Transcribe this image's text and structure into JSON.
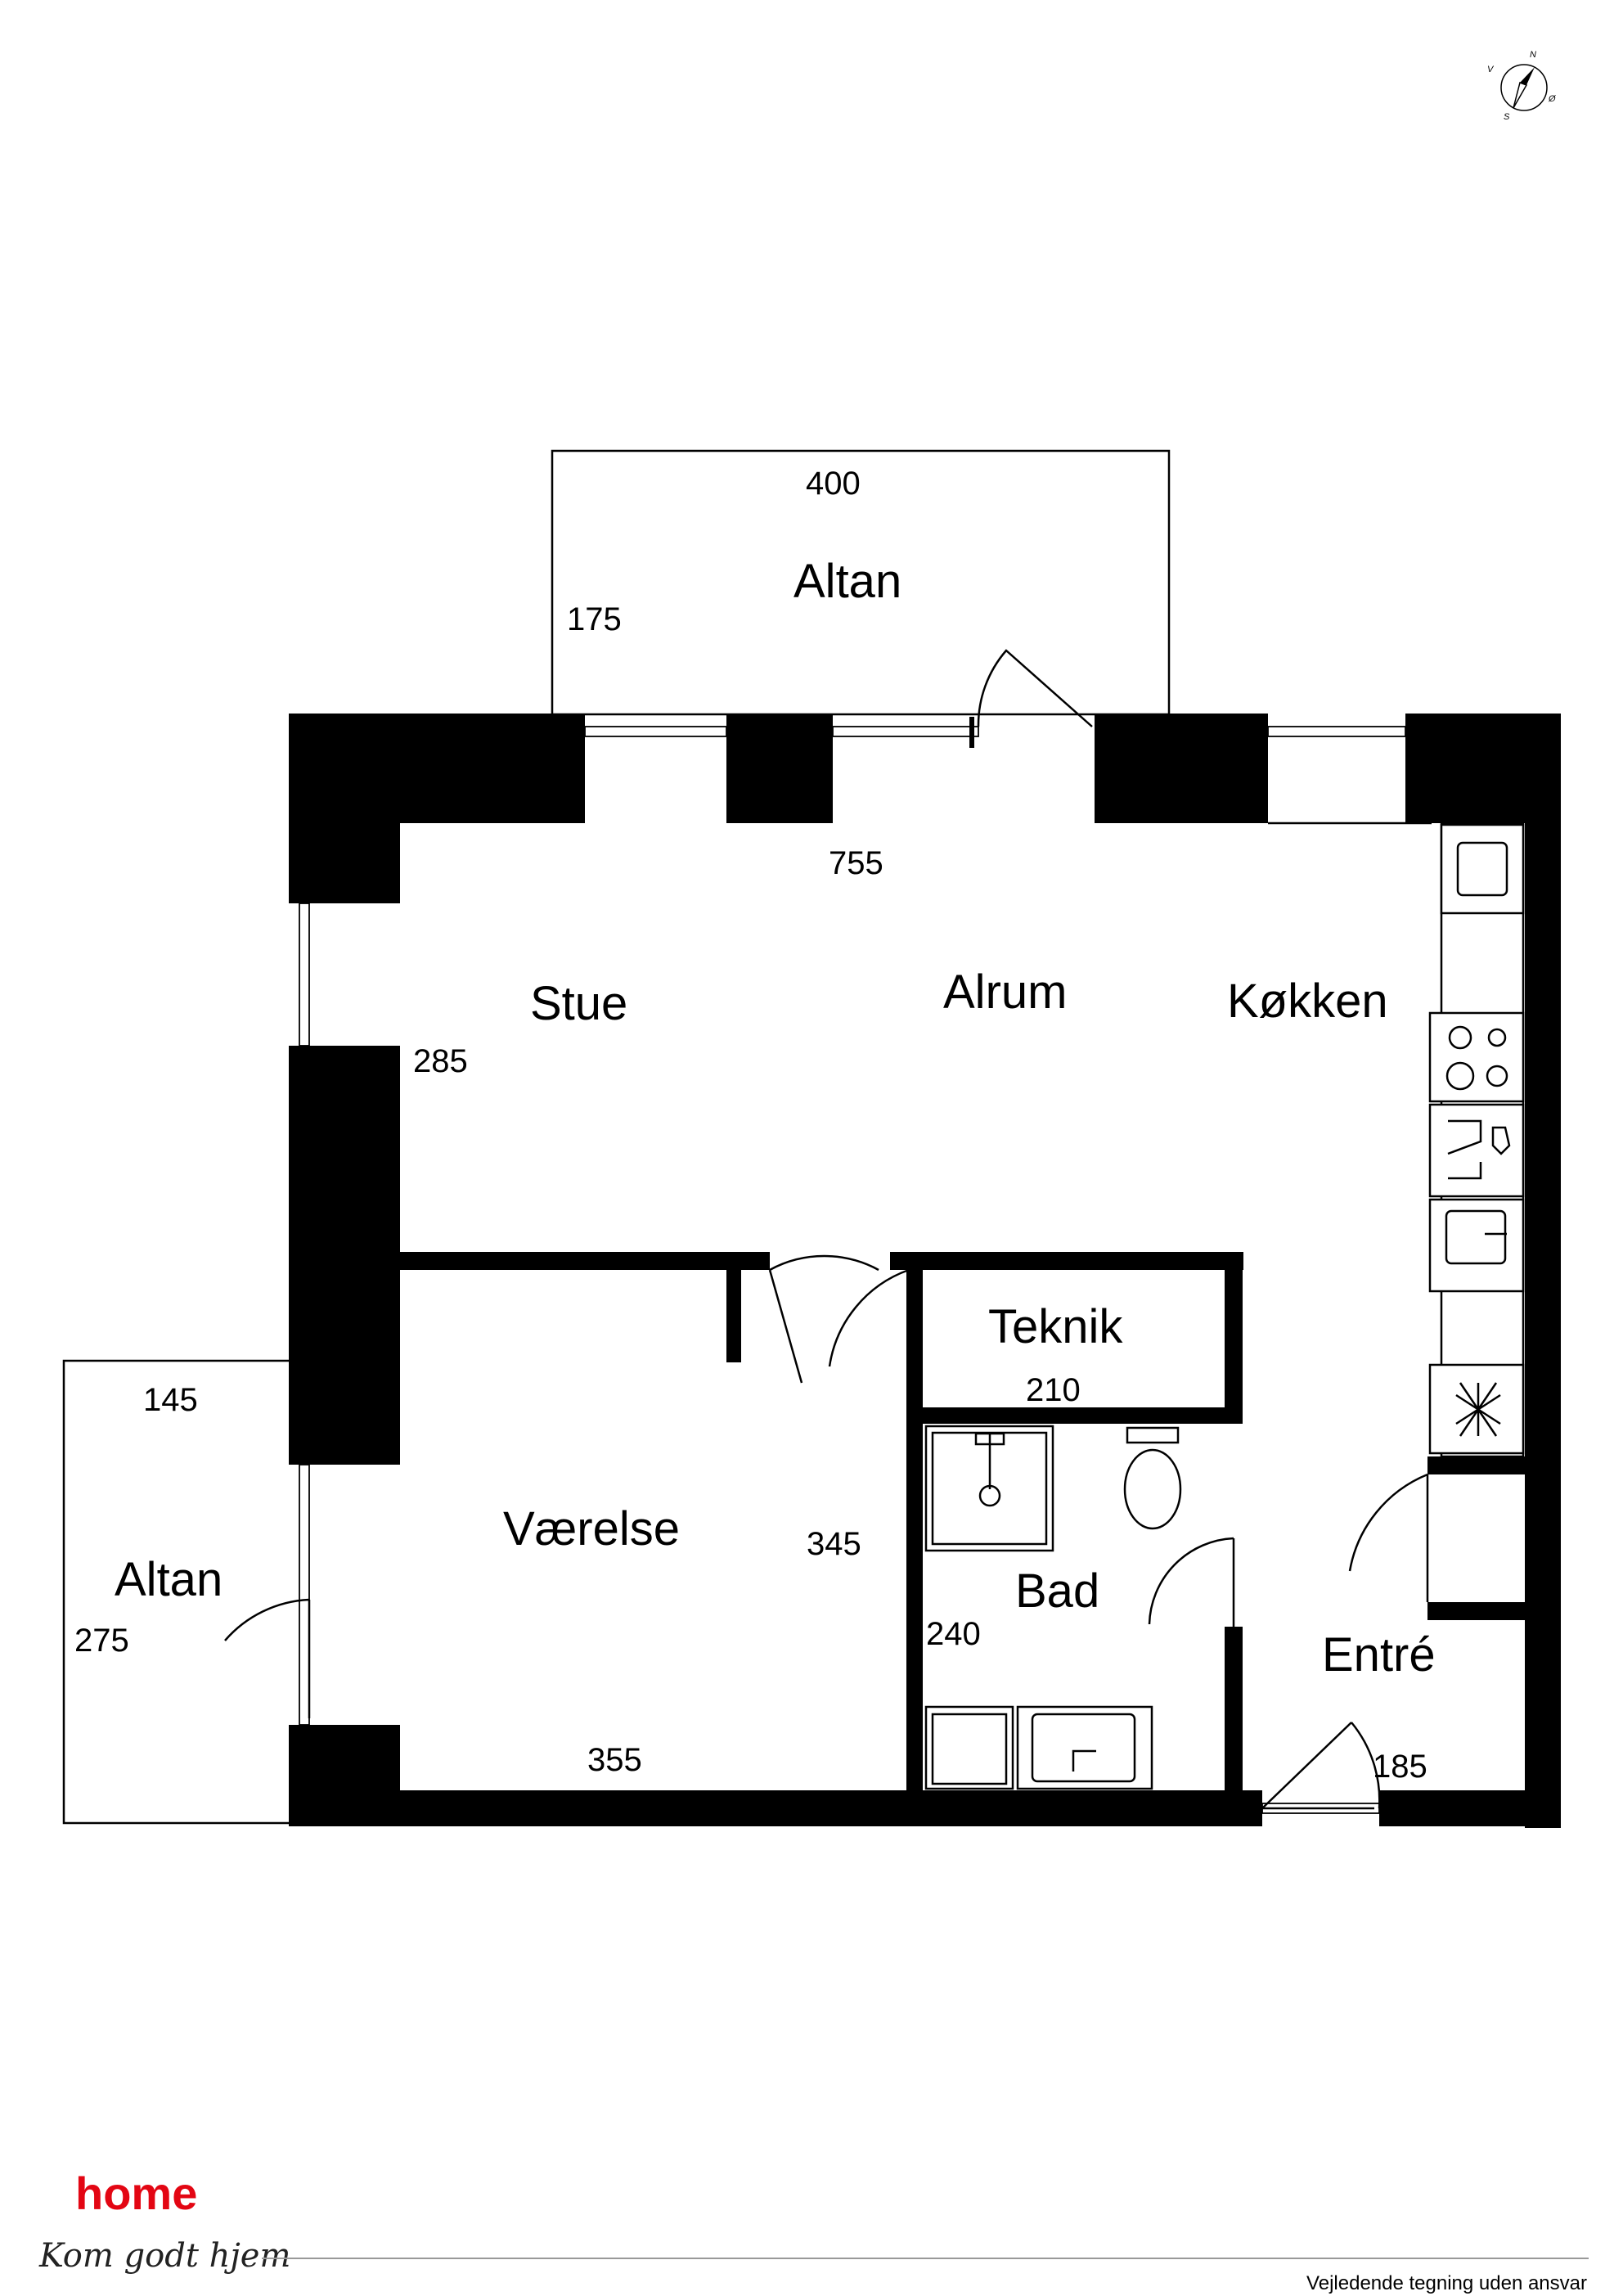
{
  "rooms": {
    "altan_top": "Altan",
    "stue": "Stue",
    "alrum": "Alrum",
    "kokken": "Køkken",
    "teknik": "Teknik",
    "vaerelse": "Værelse",
    "bad": "Bad",
    "entre": "Entré",
    "altan_left": "Altan"
  },
  "dimensions": {
    "altan_top_width": "400",
    "altan_top_depth": "175",
    "living_width": "755",
    "living_depth": "285",
    "teknik": "210",
    "altan_left_width": "145",
    "altan_left_depth": "275",
    "vaerelse_depth": "345",
    "vaerelse_width": "355",
    "bad": "240",
    "entre": "185"
  },
  "compass": {
    "n": "N",
    "v": "V",
    "o": "Ø",
    "s": "S"
  },
  "brand": {
    "name": "home",
    "tagline": "Kom godt hjem",
    "color": "#e30613"
  },
  "footer": {
    "disclaimer": "Vejledende tegning uden ansvar"
  }
}
